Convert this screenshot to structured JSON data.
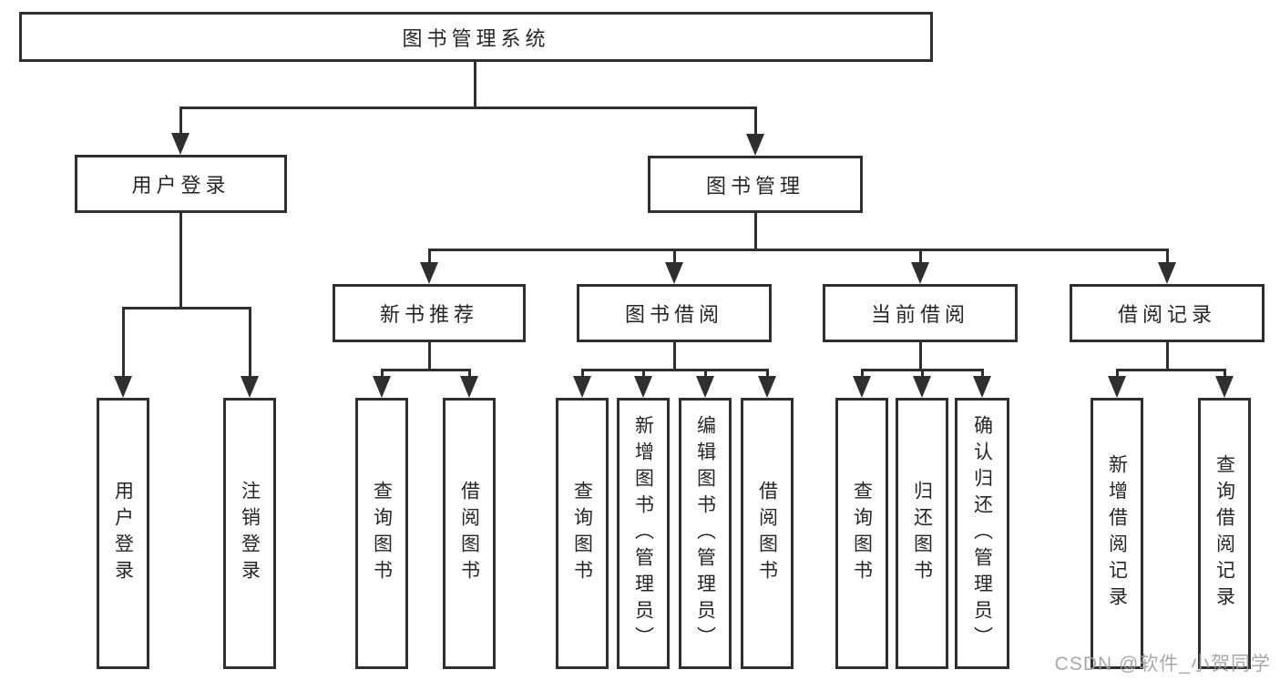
{
  "tree": {
    "root": {
      "label": "图书管理系统"
    },
    "children": [
      {
        "label": "用户登录",
        "children": [
          {
            "label": "用户登录"
          },
          {
            "label": "注销登录"
          }
        ]
      },
      {
        "label": "图书管理",
        "children": [
          {
            "label": "新书推荐",
            "children": [
              {
                "label": "查询图书"
              },
              {
                "label": "借阅图书"
              }
            ]
          },
          {
            "label": "图书借阅",
            "children": [
              {
                "label": "查询图书"
              },
              {
                "label": "新增图书（管理员）"
              },
              {
                "label": "编辑图书（管理员）"
              },
              {
                "label": "借阅图书"
              }
            ]
          },
          {
            "label": "当前借阅",
            "children": [
              {
                "label": "查询图书"
              },
              {
                "label": "归还图书"
              },
              {
                "label": "确认归还（管理员）"
              }
            ]
          },
          {
            "label": "借阅记录",
            "children": [
              {
                "label": "新增借阅记录"
              },
              {
                "label": "查询借阅记录"
              }
            ]
          }
        ]
      }
    ]
  },
  "watermark": {
    "text": "CSDN @软件_小贺同学"
  },
  "colors": {
    "line": "#2f2f2f",
    "box_border": "#2f2f2f",
    "text": "#262626",
    "watermark": "#9e9e9e",
    "background": "#ffffff"
  }
}
